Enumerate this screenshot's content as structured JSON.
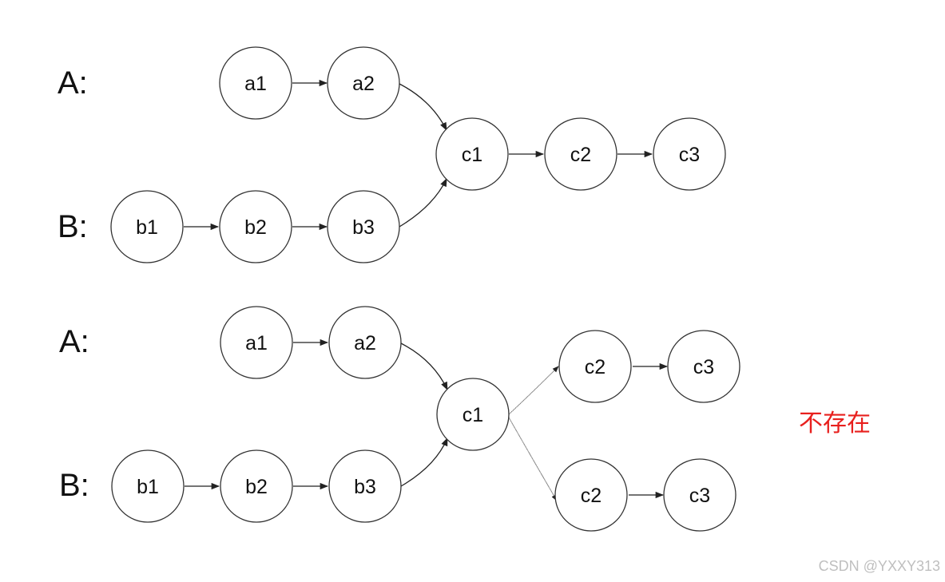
{
  "top": {
    "list_a_label": "A:",
    "list_b_label": "B:",
    "nodes": {
      "a1": "a1",
      "a2": "a2",
      "b1": "b1",
      "b2": "b2",
      "b3": "b3",
      "c1": "c1",
      "c2": "c2",
      "c3": "c3"
    }
  },
  "bottom": {
    "list_a_label": "A:",
    "list_b_label": "B:",
    "nodes": {
      "a1": "a1",
      "a2": "a2",
      "b1": "b1",
      "b2": "b2",
      "b3": "b3",
      "c1": "c1",
      "c2_upper": "c2",
      "c3_upper": "c3",
      "c2_lower": "c2",
      "c3_lower": "c3"
    },
    "note": "不存在"
  },
  "watermark": "CSDN @YXXY313",
  "colors": {
    "stroke": "#333333",
    "note": "#e8201e",
    "watermark": "#bfbfbf"
  }
}
